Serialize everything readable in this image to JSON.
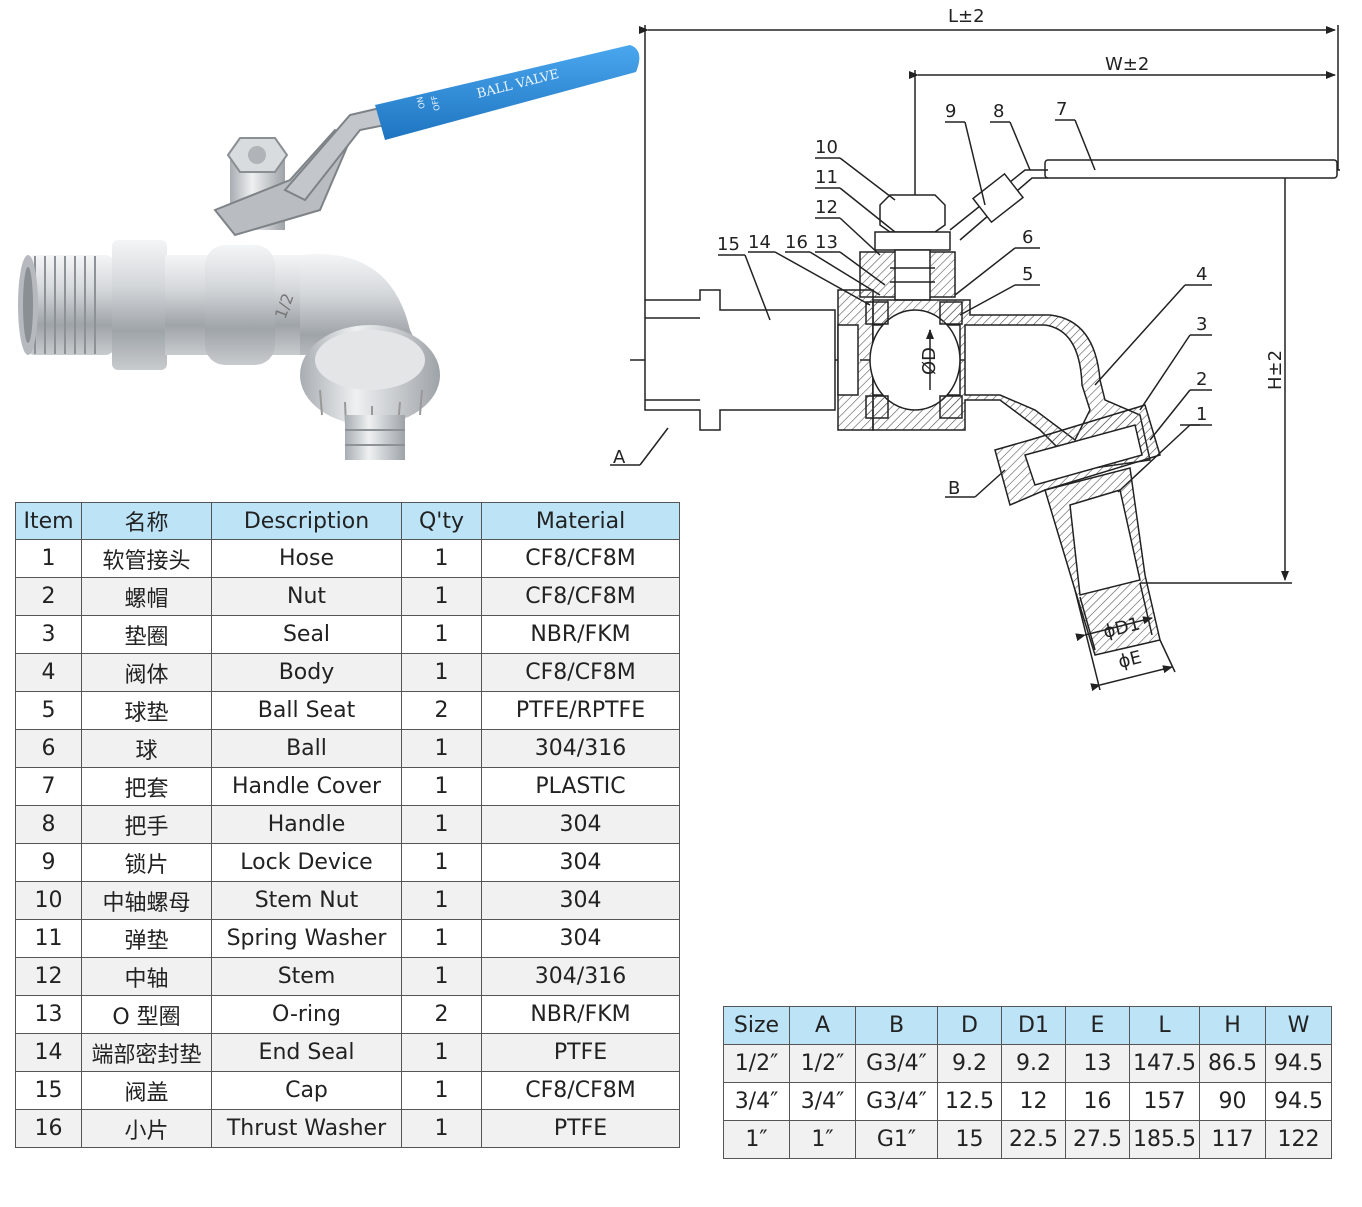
{
  "photo": {
    "handle_text": "BALL VALVE",
    "handle_on": "ON",
    "handle_off": "OFF",
    "body_mark": "1/2",
    "colors": {
      "handle": "#2f8fd8",
      "metal": "#c9ccd0"
    }
  },
  "drawing": {
    "dimensions": {
      "L": "L±2",
      "W": "W±2",
      "H": "H±2",
      "D": "ØD",
      "D1": "ϕD1",
      "E": "ϕE"
    },
    "views": {
      "A": "A",
      "B": "B"
    },
    "callouts": [
      "1",
      "2",
      "3",
      "4",
      "5",
      "6",
      "7",
      "8",
      "9",
      "10",
      "11",
      "12",
      "13",
      "14",
      "15",
      "16"
    ]
  },
  "parts_table": {
    "headers": [
      "Item",
      "名称",
      "Description",
      "Q'ty",
      "Material"
    ],
    "rows": [
      [
        "1",
        "软管接头",
        "Hose",
        "1",
        "CF8/CF8M"
      ],
      [
        "2",
        "螺帽",
        "Nut",
        "1",
        "CF8/CF8M"
      ],
      [
        "3",
        "垫圈",
        "Seal",
        "1",
        "NBR/FKM"
      ],
      [
        "4",
        "阀体",
        "Body",
        "1",
        "CF8/CF8M"
      ],
      [
        "5",
        "球垫",
        "Ball Seat",
        "2",
        "PTFE/RPTFE"
      ],
      [
        "6",
        "球",
        "Ball",
        "1",
        "304/316"
      ],
      [
        "7",
        "把套",
        "Handle Cover",
        "1",
        "PLASTIC"
      ],
      [
        "8",
        "把手",
        "Handle",
        "1",
        "304"
      ],
      [
        "9",
        "锁片",
        "Lock Device",
        "1",
        "304"
      ],
      [
        "10",
        "中轴螺母",
        "Stem Nut",
        "1",
        "304"
      ],
      [
        "11",
        "弹垫",
        "Spring Washer",
        "1",
        "304"
      ],
      [
        "12",
        "中轴",
        "Stem",
        "1",
        "304/316"
      ],
      [
        "13",
        "O 型圈",
        "O-ring",
        "2",
        "NBR/FKM"
      ],
      [
        "14",
        "端部密封垫",
        "End Seal",
        "1",
        "PTFE"
      ],
      [
        "15",
        "阀盖",
        "Cap",
        "1",
        "CF8/CF8M"
      ],
      [
        "16",
        "小片",
        "Thrust Washer",
        "1",
        "PTFE"
      ]
    ]
  },
  "size_table": {
    "headers": [
      "Size",
      "A",
      "B",
      "D",
      "D1",
      "E",
      "L",
      "H",
      "W"
    ],
    "rows": [
      [
        "1/2″",
        "1/2″",
        "G3/4″",
        "9.2",
        "9.2",
        "13",
        "147.5",
        "86.5",
        "94.5"
      ],
      [
        "3/4″",
        "3/4″",
        "G3/4″",
        "12.5",
        "12",
        "16",
        "157",
        "90",
        "94.5"
      ],
      [
        "1″",
        "1″",
        "G1″",
        "15",
        "22.5",
        "27.5",
        "185.5",
        "117",
        "122"
      ]
    ]
  }
}
